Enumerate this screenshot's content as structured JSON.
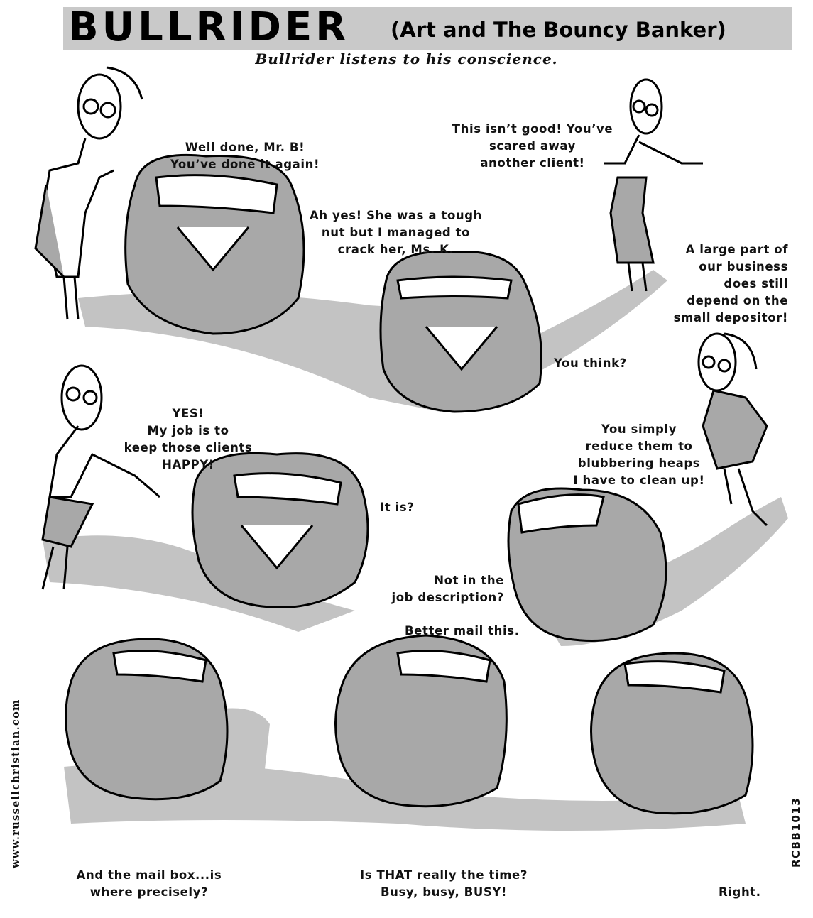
{
  "header": {
    "title": "BULLRIDER",
    "subtitle": "(Art and The Bouncy Banker)",
    "tagline": "Bullrider listens to his conscience."
  },
  "dialogue": [
    {
      "lines": [
        "Well done, Mr. B!",
        "You’ve done it again!"
      ]
    },
    {
      "lines": [
        "Ah yes! She was a tough",
        "nut but I managed to",
        "crack her, Ms. K."
      ]
    },
    {
      "lines": [
        "This isn’t good! You’ve",
        "scared away",
        "another client!"
      ]
    },
    {
      "lines": [
        "A large part of",
        "our business",
        "does still",
        "depend on the",
        "small depositor!"
      ]
    },
    {
      "lines": [
        "You think?"
      ]
    },
    {
      "lines": [
        "YES!",
        "My job is to",
        "keep those clients",
        "HAPPY!"
      ]
    },
    {
      "lines": [
        "You simply",
        "reduce them to",
        "blubbering heaps",
        "I have to clean up!"
      ]
    },
    {
      "lines": [
        "It is?"
      ]
    },
    {
      "lines": [
        "Not in the",
        "job description?"
      ]
    },
    {
      "lines": [
        "Better mail this."
      ]
    },
    {
      "lines": [
        "And the mail box...is",
        "where precisely?"
      ]
    },
    {
      "lines": [
        "Is THAT really the time?",
        "Busy, busy, BUSY!"
      ]
    },
    {
      "lines": [
        "Right."
      ]
    }
  ],
  "credits": {
    "website": "www.russellchristian.com",
    "code": "RCBB1013"
  },
  "colors": {
    "title_bar": "#c9c9c9",
    "shadow": "#b8b8b8",
    "figure_fill": "#a8a8a8",
    "ink": "#000000"
  }
}
